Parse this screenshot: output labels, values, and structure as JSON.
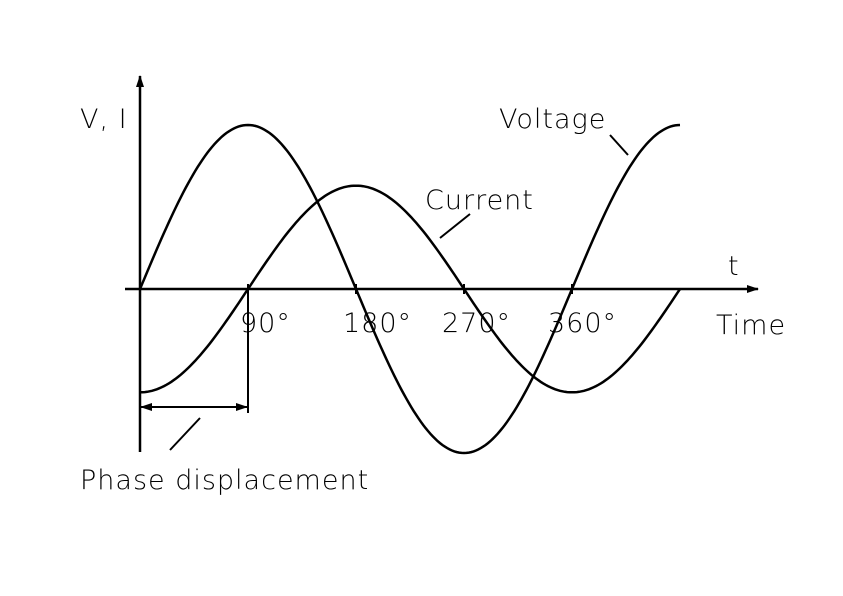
{
  "labels": {
    "y_axis": "V, I",
    "x_axis_symbol": "t",
    "x_axis_name": "Time",
    "voltage": "Voltage",
    "current": "Current",
    "phase": "Phase displacement"
  },
  "ticks": [
    "90°",
    "180°",
    "270°",
    "360°"
  ],
  "tick_degrees": [
    90,
    180,
    270,
    360
  ],
  "curves": [
    {
      "name": "Voltage",
      "relative_amplitude": 1.0,
      "phase_deg": 0,
      "range_deg": [
        0,
        450
      ]
    },
    {
      "name": "Current",
      "relative_amplitude": 0.63,
      "phase_deg": -90,
      "range_deg": [
        0,
        450
      ]
    }
  ],
  "phase_displacement_deg": 90,
  "colors": {
    "stroke": "#000000",
    "background": "#ffffff"
  }
}
